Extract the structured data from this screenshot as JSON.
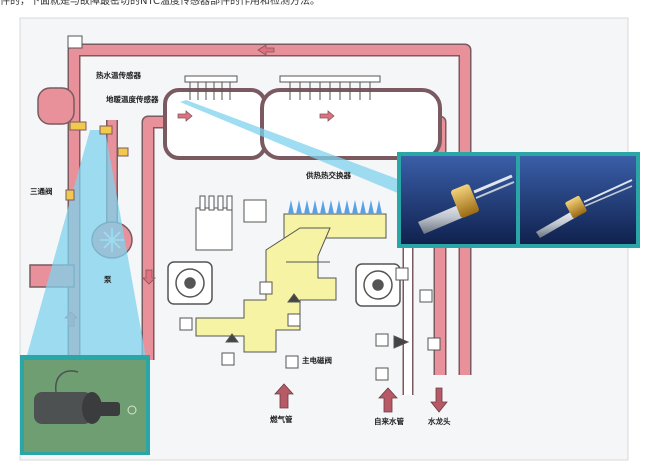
{
  "caption": "件的，下面就是与故障最密切的NTC温度传感器部件的作用和检测方法。",
  "labels": {
    "hot_water_sensor": "热水温传感器",
    "heating_sensor": "地暖温度传感器",
    "heat_exchanger": "供热热交换器",
    "three_way_valve": "三通阀",
    "pump": "泵",
    "solenoid_valve": "主电磁阀",
    "gas_pipe": "燃气管",
    "cold_water_pipe": "自来水管",
    "faucet": "水龙头"
  },
  "colors": {
    "pipe_red": "#e8919a",
    "pipe_edge": "#7a5a60",
    "heat_exchanger_fill": "#ffffff",
    "gas_yellow": "#f6f3a4",
    "beam_blue": "#7fd3ee",
    "inset_border": "#2aa6a6",
    "inset_bg": "#6e9e72",
    "photo_bg": "#1d3a78"
  }
}
